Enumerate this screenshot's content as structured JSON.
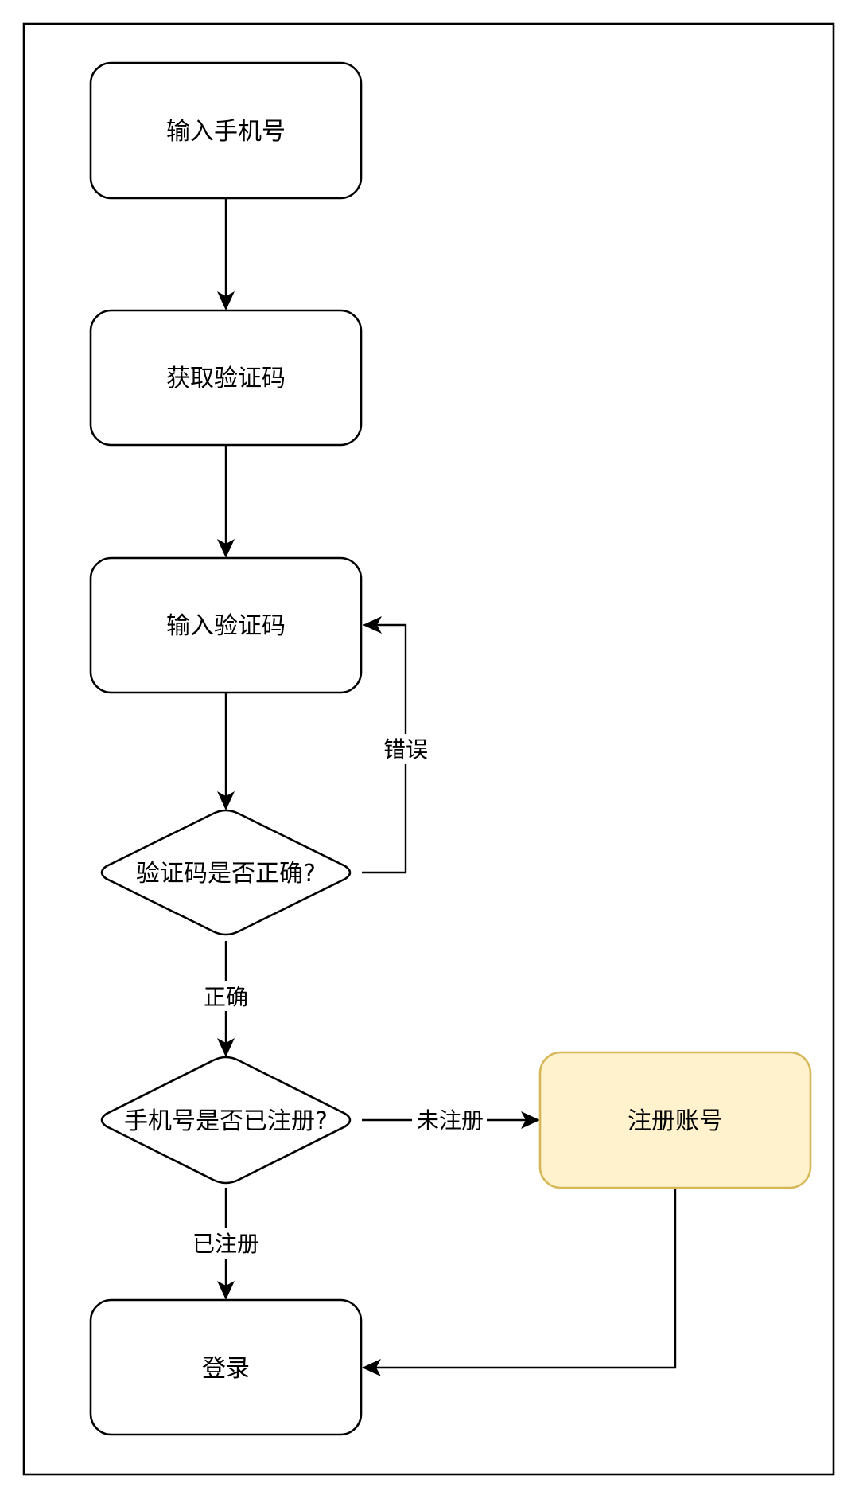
{
  "diagram": {
    "type": "flowchart",
    "colors": {
      "default_fill": "#ffffff",
      "default_stroke": "#000000",
      "highlight_fill": "#fff2cc",
      "highlight_stroke": "#d6b656"
    },
    "nodes": {
      "enter_phone": {
        "label": "输入手机号",
        "shape": "rounded-rectangle"
      },
      "get_code": {
        "label": "获取验证码",
        "shape": "rounded-rectangle"
      },
      "enter_code": {
        "label": "输入验证码",
        "shape": "rounded-rectangle"
      },
      "code_correct": {
        "label": "验证码是否正确?",
        "shape": "diamond"
      },
      "phone_registered": {
        "label": "手机号是否已注册?",
        "shape": "diamond"
      },
      "register": {
        "label": "注册账号",
        "shape": "rounded-rectangle",
        "highlighted": true
      },
      "login": {
        "label": "登录",
        "shape": "rounded-rectangle"
      }
    },
    "edges": [
      {
        "from": "enter_phone",
        "to": "get_code",
        "label": ""
      },
      {
        "from": "get_code",
        "to": "enter_code",
        "label": ""
      },
      {
        "from": "enter_code",
        "to": "code_correct",
        "label": ""
      },
      {
        "from": "code_correct",
        "to": "enter_code",
        "label": "错误"
      },
      {
        "from": "code_correct",
        "to": "phone_registered",
        "label": "正确"
      },
      {
        "from": "phone_registered",
        "to": "register",
        "label": "未注册"
      },
      {
        "from": "phone_registered",
        "to": "login",
        "label": "已注册"
      },
      {
        "from": "register",
        "to": "login",
        "label": ""
      }
    ],
    "edge_labels": {
      "wrong": "错误",
      "correct": "正确",
      "unregistered": "未注册",
      "registered": "已注册"
    }
  }
}
